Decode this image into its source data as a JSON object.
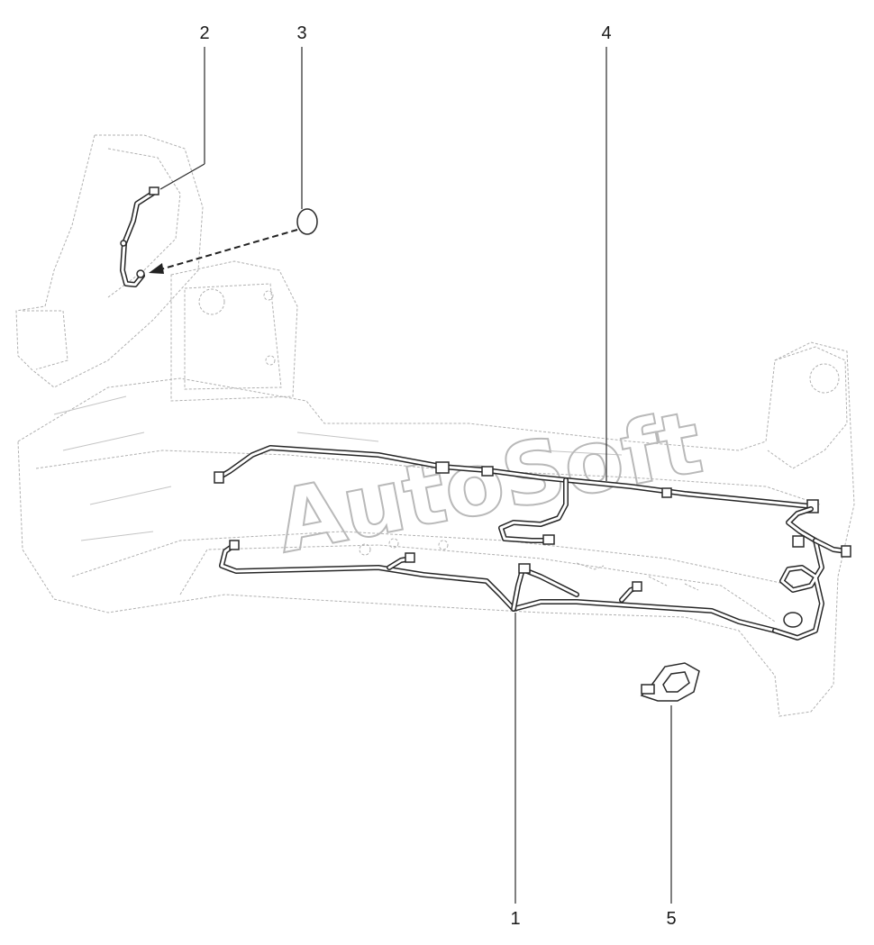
{
  "watermark": "AutoSoft",
  "callouts": [
    {
      "id": "2",
      "label": "2"
    },
    {
      "id": "3",
      "label": "3"
    },
    {
      "id": "4",
      "label": "4"
    },
    {
      "id": "1",
      "label": "1"
    },
    {
      "id": "5",
      "label": "5"
    }
  ]
}
